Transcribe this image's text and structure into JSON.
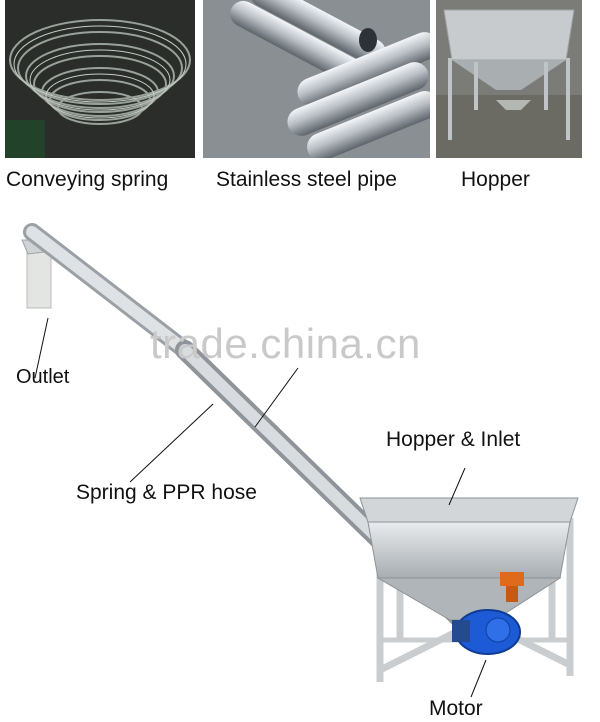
{
  "photos": [
    {
      "caption": "Conveying spring"
    },
    {
      "caption": "Stainless steel pipe"
    },
    {
      "caption": "Hopper"
    }
  ],
  "watermark": "trade.china.cn",
  "labels": {
    "outlet": "Outlet",
    "spring_hose": "Spring & PPR hose",
    "hopper_inlet": "Hopper & Inlet",
    "motor": "Motor"
  },
  "colors": {
    "steel": "#c8ccd0",
    "motor": "#1d5bd6",
    "valve": "#e06a1b",
    "watermark": "#c9c9c9"
  }
}
